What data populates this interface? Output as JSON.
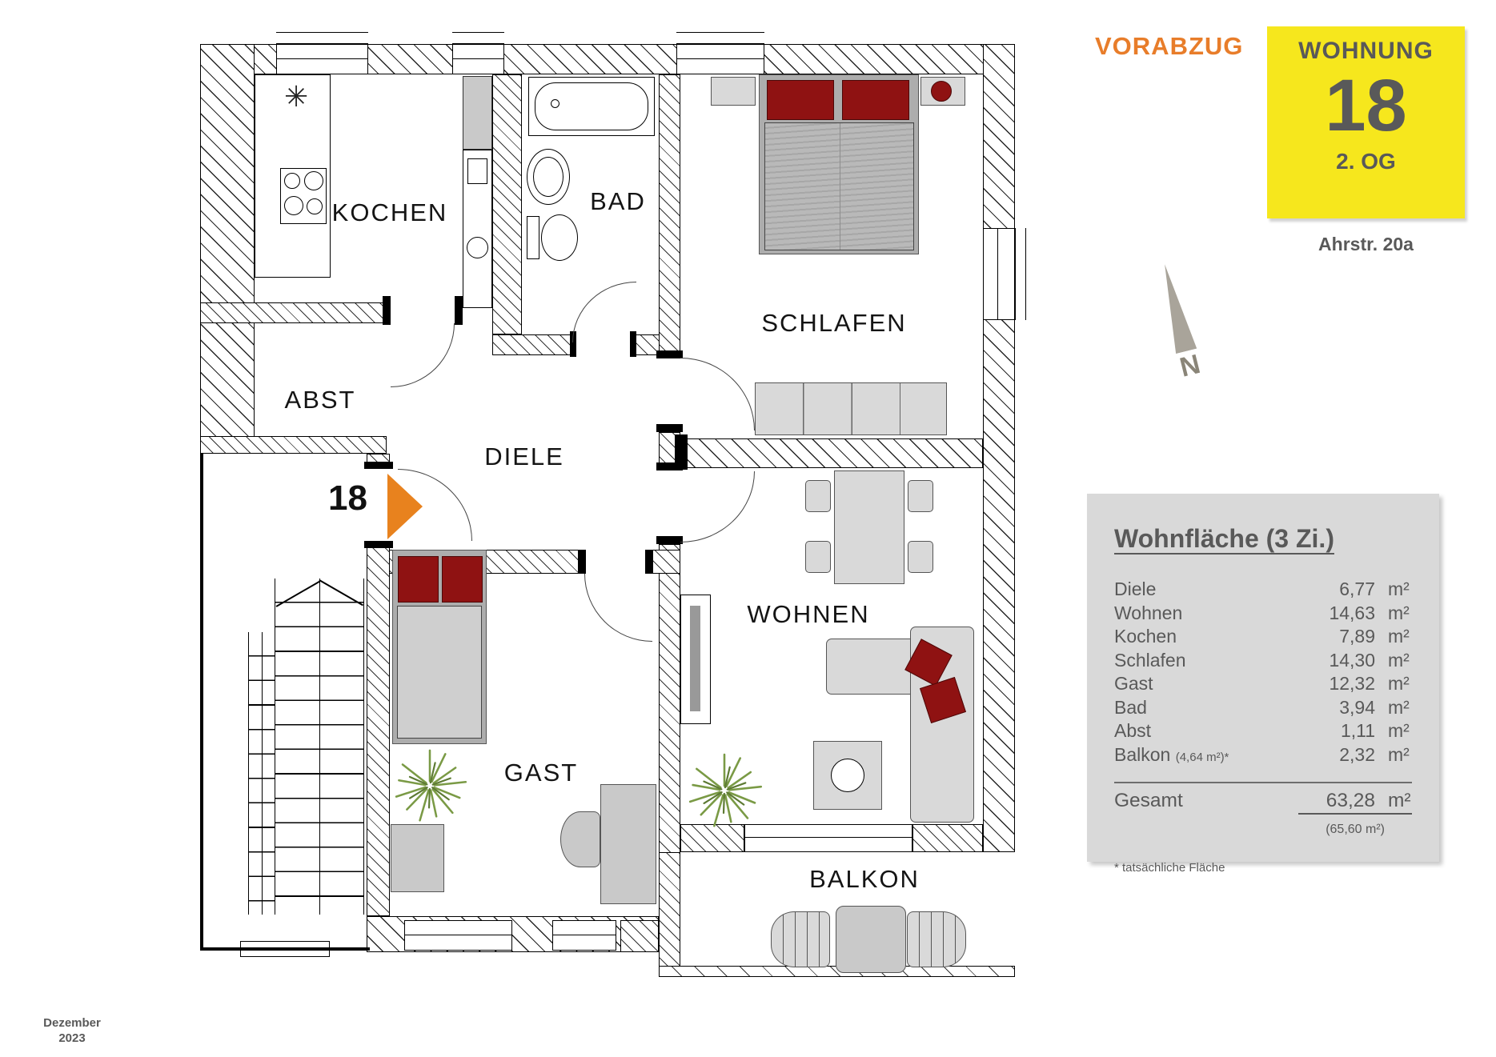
{
  "header": {
    "vorabzug": "VORABZUG",
    "wohnung_label": "WOHNUNG",
    "wohnung_number": "18",
    "floor": "2. OG",
    "address": "Ahrstr. 20a"
  },
  "compass": {
    "north_label": "N"
  },
  "plan": {
    "entrance_number": "18",
    "rooms": [
      {
        "label": "KOCHEN"
      },
      {
        "label": "BAD"
      },
      {
        "label": "SCHLAFEN"
      },
      {
        "label": "ABST"
      },
      {
        "label": "DIELE"
      },
      {
        "label": "GAST"
      },
      {
        "label": "WOHNEN"
      },
      {
        "label": "BALKON"
      }
    ]
  },
  "area_table": {
    "title": "Wohnfläche (3 Zi.)",
    "rows": [
      {
        "label": "Diele",
        "value": "6,77",
        "unit": "m²"
      },
      {
        "label": "Wohnen",
        "value": "14,63",
        "unit": "m²"
      },
      {
        "label": "Kochen",
        "value": "7,89",
        "unit": "m²"
      },
      {
        "label": "Schlafen",
        "value": "14,30",
        "unit": "m²"
      },
      {
        "label": "Gast",
        "value": "12,32",
        "unit": "m²"
      },
      {
        "label": "Bad",
        "value": "3,94",
        "unit": "m²"
      },
      {
        "label": "Abst",
        "value": "1,11",
        "unit": "m²"
      },
      {
        "label": "Balkon",
        "note": "(4,64 m²)*",
        "value": "2,32",
        "unit": "m²"
      }
    ],
    "total_label": "Gesamt",
    "total_value": "63,28",
    "total_unit": "m²",
    "total_alt": "(65,60 m²)",
    "footnote": "* tatsächliche Fläche"
  },
  "footer": {
    "date_line1": "Dezember",
    "date_line2": "2023"
  },
  "colors": {
    "accent_orange": "#E87D2A",
    "highlight_yellow": "#F6E71D",
    "furniture_red": "#8F1212",
    "panel_gray": "#D9D9D9",
    "text_gray": "#595959"
  }
}
